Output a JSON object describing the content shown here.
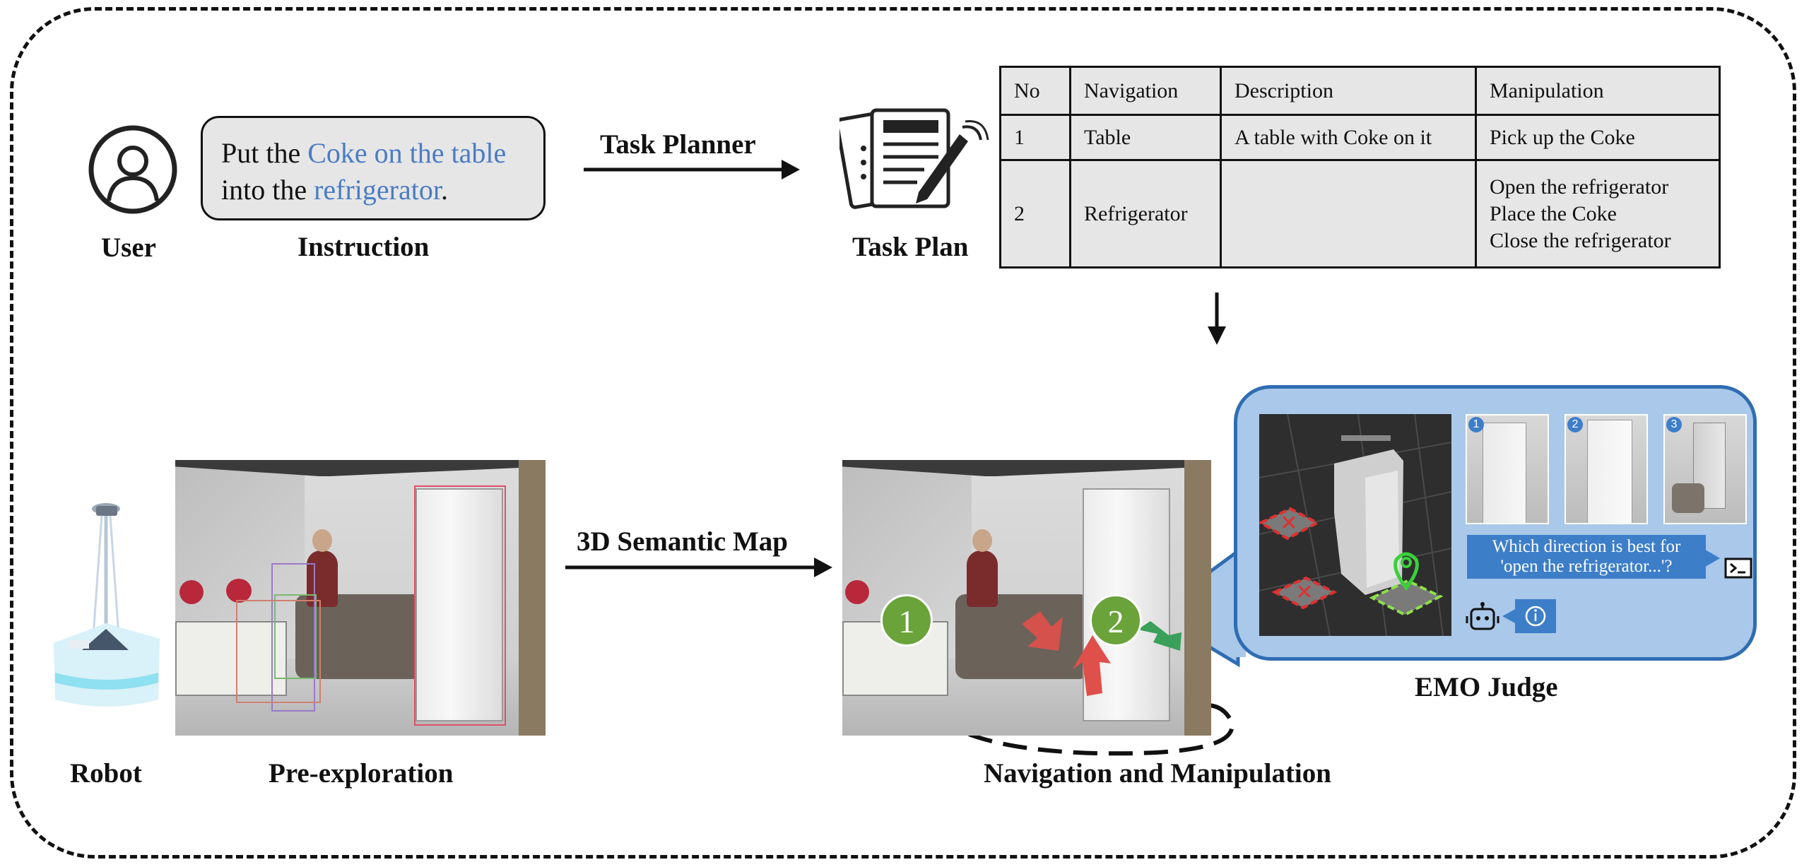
{
  "user": {
    "label": "User"
  },
  "instruction": {
    "label": "Instruction",
    "parts": {
      "p1": "Put the ",
      "h1": "Coke on the table",
      "p2": "into the ",
      "h2": "refrigerator",
      "p3": "."
    }
  },
  "task_planner": {
    "label": "Task Planner"
  },
  "task_plan": {
    "label": "Task Plan",
    "headers": [
      "No",
      "Navigation",
      "Description",
      "Manipulation"
    ],
    "rows": [
      {
        "no": "1",
        "navigation": "Table",
        "description": "A table with Coke on it",
        "manipulation": [
          "Pick up the Coke"
        ]
      },
      {
        "no": "2",
        "navigation": "Refrigerator",
        "description": "",
        "manipulation": [
          "Open the refrigerator",
          "Place the Coke",
          "Close the refrigerator"
        ]
      }
    ]
  },
  "robot": {
    "label": "Robot"
  },
  "pre_exploration": {
    "label": "Pre-exploration"
  },
  "semantic_map": {
    "label": "3D Semantic Map"
  },
  "nav_manip": {
    "label": "Navigation and Manipulation",
    "markers": [
      "1",
      "2"
    ]
  },
  "emo_judge": {
    "label": "EMO Judge",
    "thumb_numbers": [
      "1",
      "2",
      "3"
    ],
    "question": [
      "Which direction is best for",
      "'open the refrigerator...'?"
    ],
    "answer_icon": "info-icon"
  },
  "colors": {
    "highlight": "#4a7cc4",
    "panel_fill": "#a9c8ea",
    "panel_border": "#2f6db2",
    "marker_green": "#6aa33a",
    "arrow_red": "#e0504a",
    "arrow_green": "#3aa05a",
    "table_fill": "#e6e6e6"
  },
  "icons": [
    "user-icon",
    "task-plan-icon",
    "robot-icon",
    "terminal-icon"
  ]
}
